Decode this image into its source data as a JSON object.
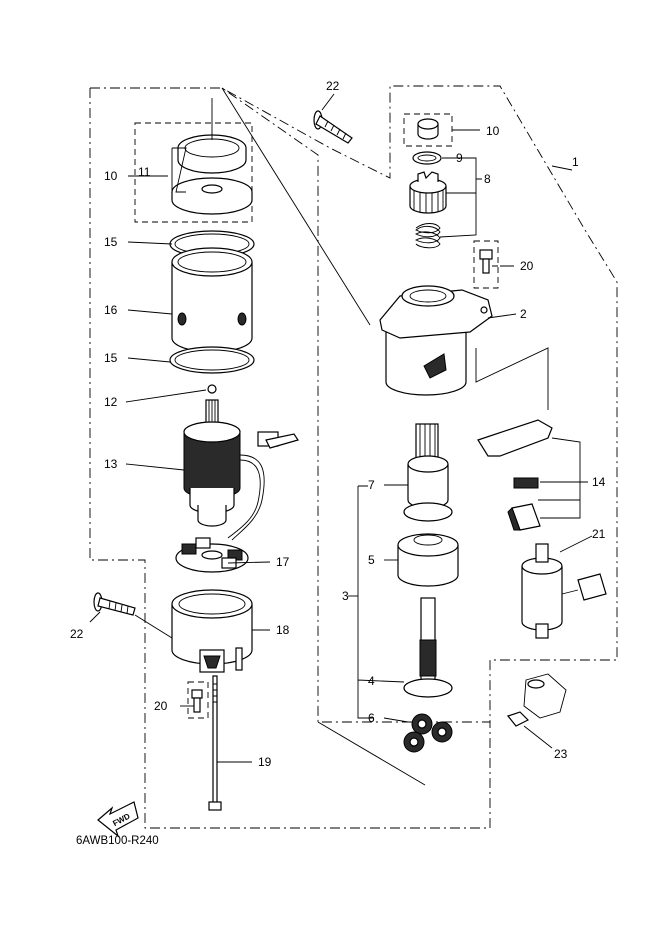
{
  "diagram_code": "6AWB100-R240",
  "fwd_label": "FWD",
  "callouts": {
    "c1": "1",
    "c2": "2",
    "c3": "3",
    "c4": "4",
    "c5": "5",
    "c6": "6",
    "c7": "7",
    "c8": "8",
    "c9": "9",
    "c10_left": "10",
    "c10_right": "10",
    "c11": "11",
    "c12": "12",
    "c13": "13",
    "c14": "14",
    "c15_top": "15",
    "c15_bottom": "15",
    "c16": "16",
    "c17": "17",
    "c18": "18",
    "c19": "19",
    "c20_left": "20",
    "c20_right": "20",
    "c21": "21",
    "c22_top": "22",
    "c22_left": "22",
    "c23": "23"
  }
}
